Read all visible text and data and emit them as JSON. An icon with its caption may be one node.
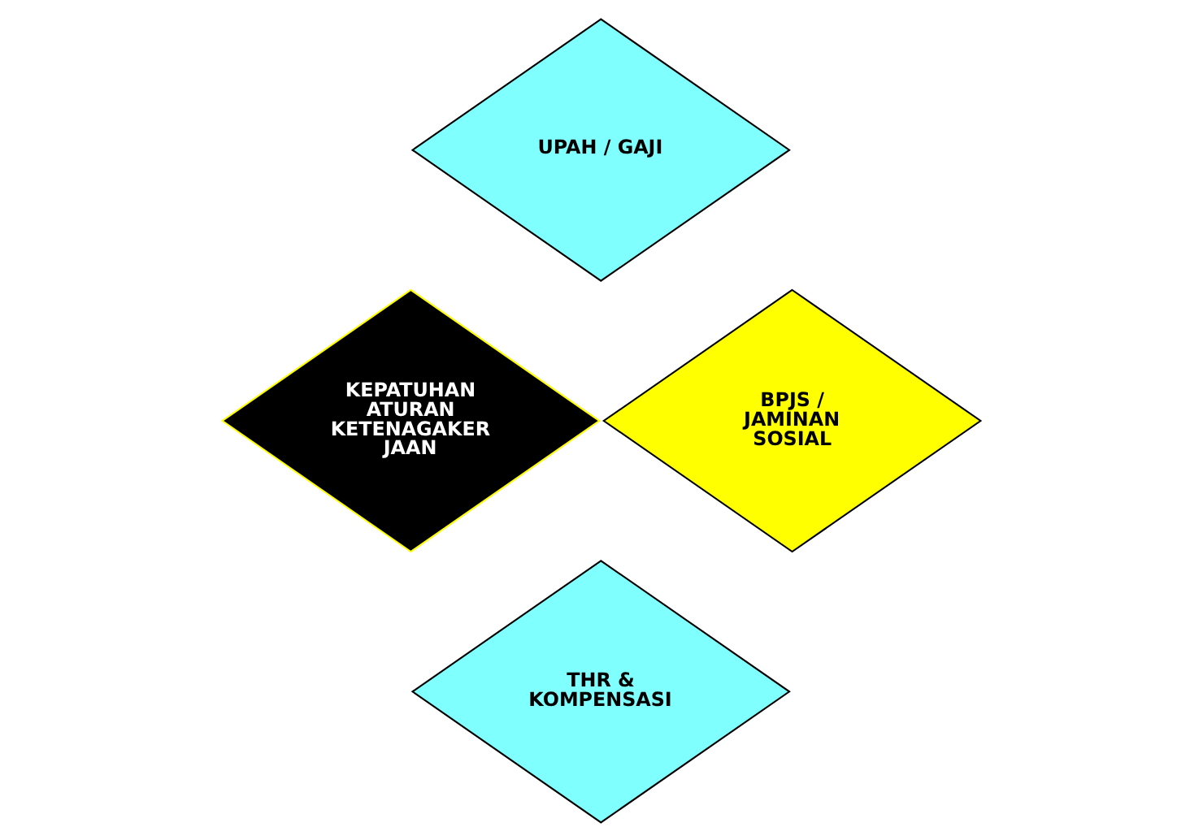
{
  "diagram": {
    "nodes": [
      {
        "text": [
          "UPAH / GAJI"
        ]
      },
      {
        "text": [
          "KEPATUHAN ATURAN KETENAGAKER JAAN"
        ]
      },
      {
        "text": [
          "BPJS / JAMINAN SOSIAL"
        ]
      },
      {
        "text": [
          "THR & KOMPENSASI"
        ]
      }
    ]
  }
}
